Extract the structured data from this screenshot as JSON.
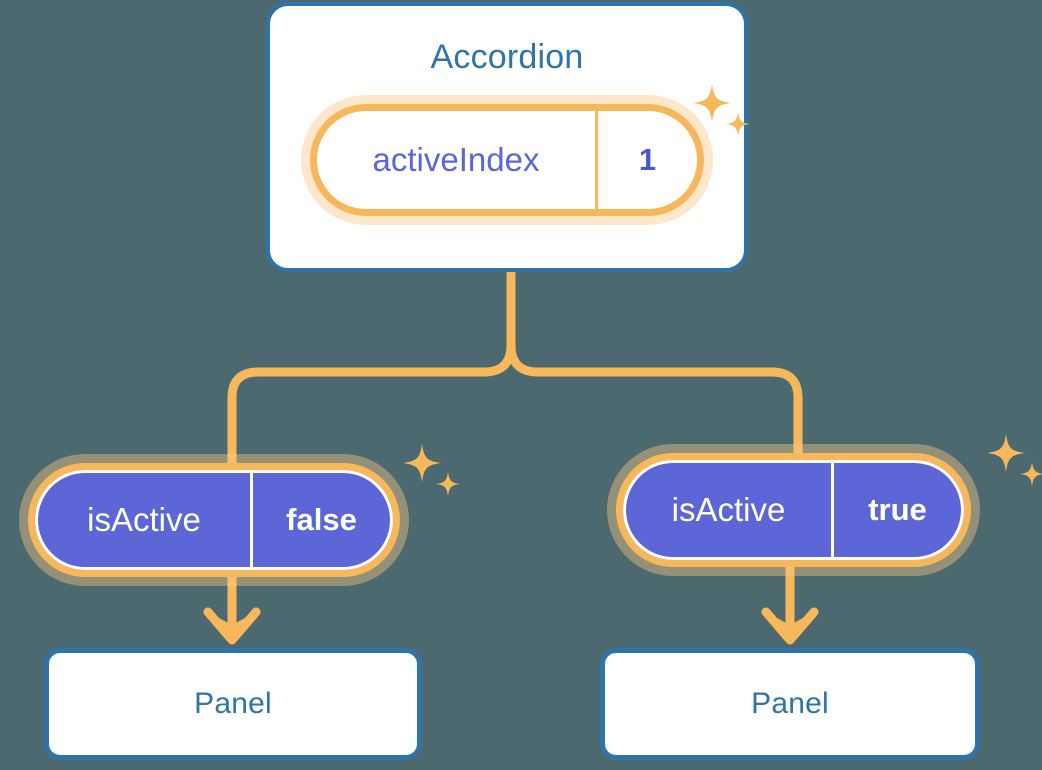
{
  "meta": {
    "background_color": "#4d6970",
    "accent_blue": "#2e74a8",
    "accent_orange": "#f7b85c",
    "accent_orange_glow": "#fad18a",
    "accent_indigo": "#5c66d6",
    "card_background": "#ffffff"
  },
  "tree": {
    "root": {
      "title": "Accordion",
      "state_pill": {
        "key": "activeIndex",
        "value": "1",
        "key_color": "#5c66d6",
        "value_color": "#4a53d2",
        "body_color": "#ffffff",
        "ring_color": "#f7b85c"
      },
      "sparkle_icon": "sparkles-icon"
    },
    "children": [
      {
        "id": "left",
        "state_pill": {
          "key": "isActive",
          "value": "false",
          "key_color": "#ffffff",
          "value_color": "#ffffff",
          "body_color": "#5c66d6",
          "ring_color": "#f7b85c"
        },
        "sparkle_icon": "sparkles-icon",
        "arrow_icon": "arrow-down-icon",
        "panel": {
          "title": "Panel"
        }
      },
      {
        "id": "right",
        "state_pill": {
          "key": "isActive",
          "value": "true",
          "key_color": "#ffffff",
          "value_color": "#ffffff",
          "body_color": "#5c66d6",
          "ring_color": "#f7b85c"
        },
        "sparkle_icon": "sparkles-icon",
        "arrow_icon": "arrow-down-icon",
        "panel": {
          "title": "Panel"
        }
      }
    ]
  }
}
